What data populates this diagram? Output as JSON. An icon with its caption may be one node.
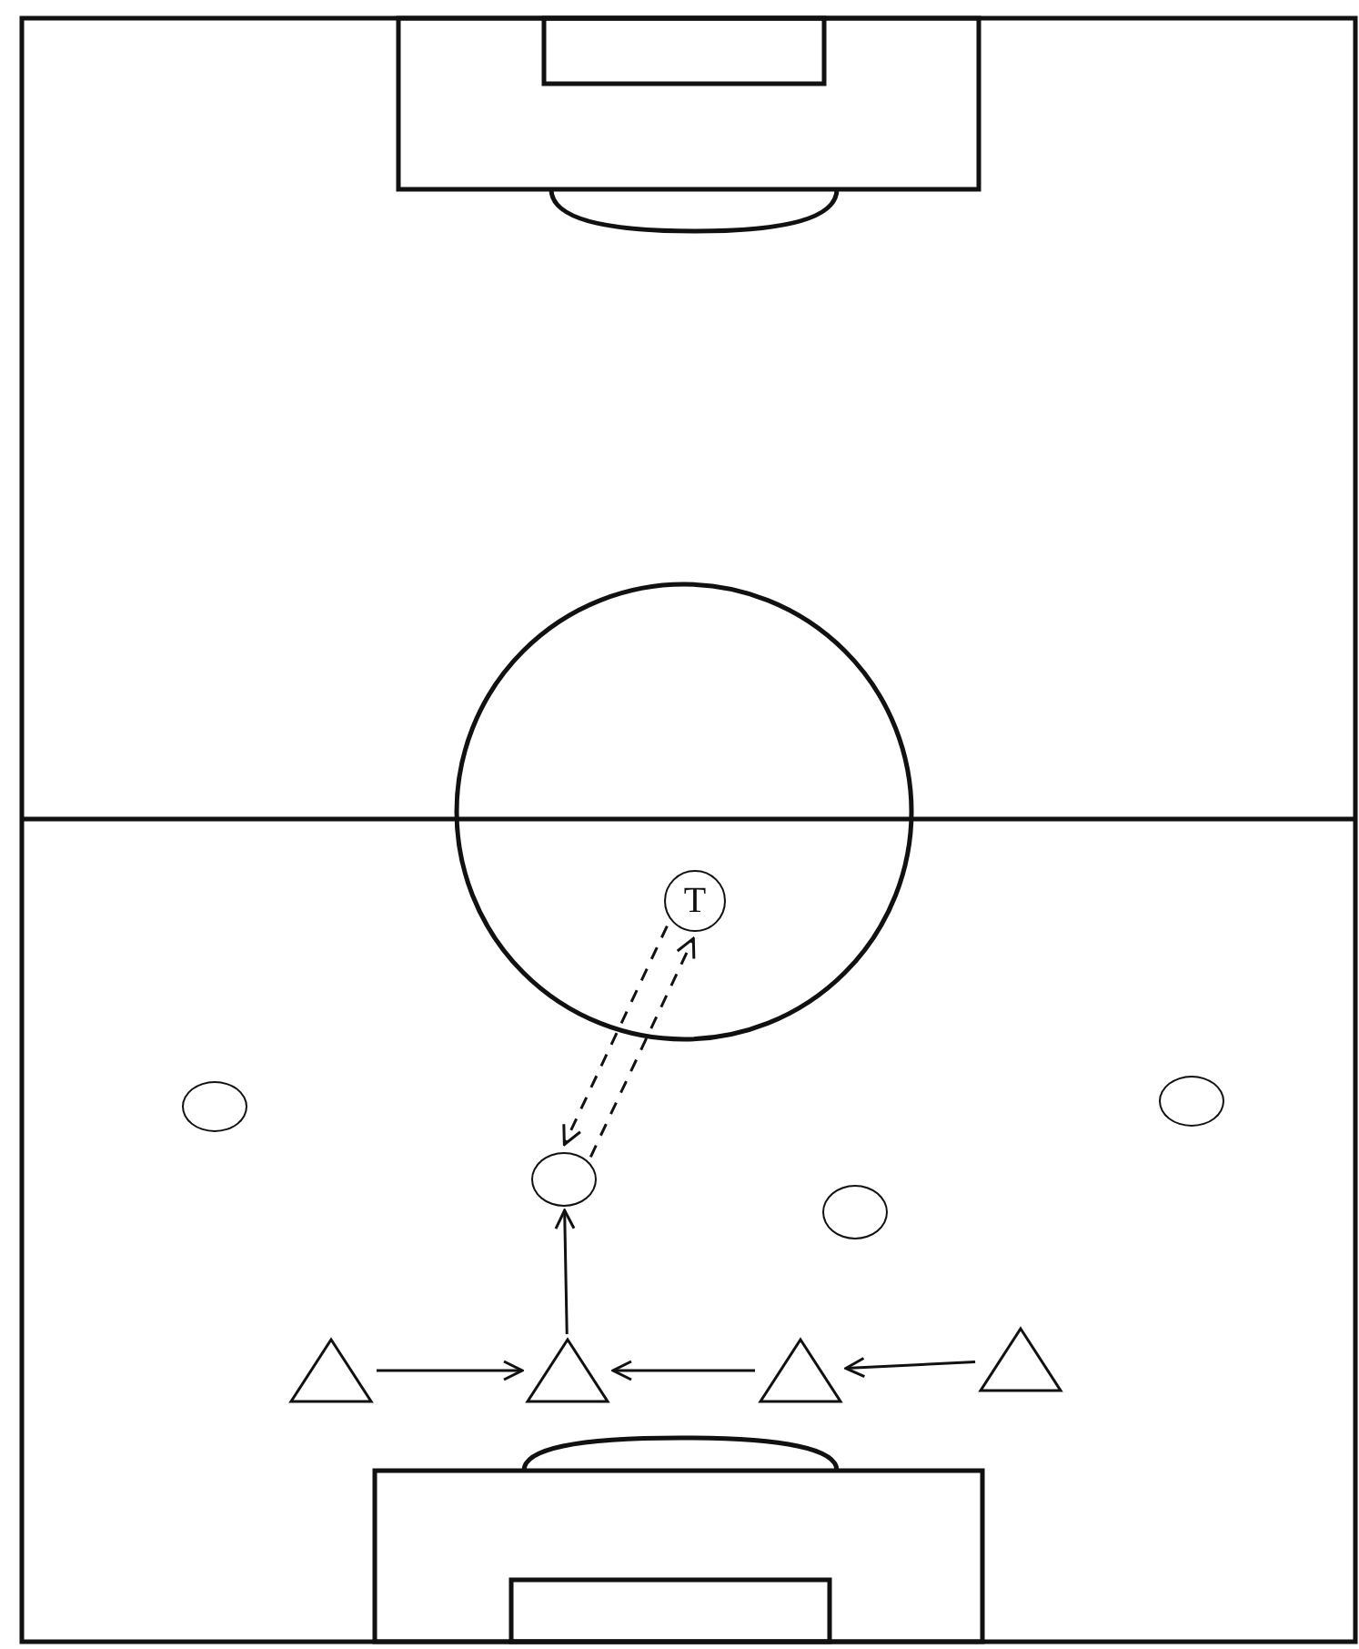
{
  "diagram": {
    "nodes": [
      {
        "text": [
          "T"
        ]
      },
      {
        "text": [],
        "shape": "circle"
      },
      {
        "text": [],
        "shape": "circle"
      },
      {
        "text": [],
        "shape": "circle"
      },
      {
        "text": [],
        "shape": "circle"
      },
      {
        "text": [],
        "shape": "triangle"
      },
      {
        "text": [],
        "shape": "triangle"
      },
      {
        "text": [],
        "shape": "triangle"
      },
      {
        "text": [],
        "shape": "triangle"
      }
    ],
    "edges": [
      {
        "from": 0,
        "to": 3,
        "arrow": "to",
        "style": "dashed"
      },
      {
        "from": 3,
        "to": 0,
        "arrow": "to",
        "style": "dashed"
      },
      {
        "from": 6,
        "to": 3,
        "arrow": "to"
      },
      {
        "from": 5,
        "to": 6,
        "arrow": "to"
      },
      {
        "from": 7,
        "to": 6,
        "arrow": "to"
      },
      {
        "from": 8,
        "to": 7,
        "arrow": "to"
      }
    ]
  }
}
